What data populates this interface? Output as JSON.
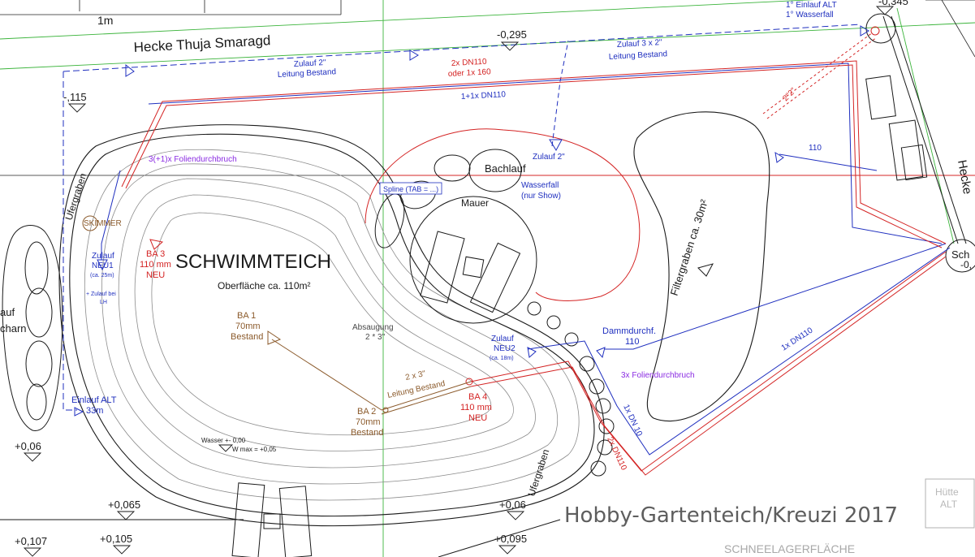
{
  "labels": {
    "scale": "1m",
    "hedge_top": "Hecke  Thuja Smaragd",
    "hedge_right": "Hecke",
    "lvl_top_mid": "-0,295",
    "lvl_top_right": "-0,345",
    "lvl_left": "-,115",
    "lvl_right": "-0,",
    "inflow_old_top": "1° Einlauf ALT",
    "waterfall_top": "1° Wasserfall",
    "inflow2_line1": "Zulauf 2\"",
    "inflow2_line2": "Leitung Bestand",
    "inflow3x2_line1": "Zulauf 3 x 2\"",
    "inflow3x2_line2": "Leitung Bestand",
    "dn110_line1": "2x DN110",
    "dn110_line2": "oder 1x 160",
    "dn110_single": "1+1x DN110",
    "dim_2x2": "2\"2\"",
    "foil_3": "3(+1)x Foliendurchbruch",
    "brook": "Bachlauf",
    "inflow2_brook": "Zulauf 2\"",
    "waterfall": "Wasserfall",
    "waterfall_show": "(nur Show)",
    "spline": "Spline (TAB = ...)",
    "wall": "Mauer",
    "pipe_110": "110",
    "filter_trench": "Filtergraben ca. 30m²",
    "bank_trench_left": "Ufergraben",
    "bank_trench_bottom": "Ufergraben",
    "skimmer": "SKIMMER",
    "inflow_new1": "Zulauf",
    "inflow_new1_b": "NEU1",
    "inflow_new1_c": "(ca. 25m)",
    "inflow_note": "+ Zulauf bei",
    "inflow_note_b": "LH",
    "ba3_a": "BA 3",
    "ba3_b": "110 mm",
    "ba3_c": "NEU",
    "pond_title": "SCHWIMMTEICH",
    "pond_surface": "Oberfläche ca. 110m²",
    "ba1_a": "BA 1",
    "ba1_b": "70mm",
    "ba1_c": "Bestand",
    "suction_a": "Absaugung",
    "suction_b": "2 * 3\"",
    "inflow_new2": "Zulauf",
    "inflow_new2_b": "NEU2",
    "inflow_new2_c": "(ca. 18m)",
    "dam_a": "Dammdurchf.",
    "dam_b": "110",
    "pipe_dn110_diag": "1x DN110",
    "foil_3x": "3x Foliendurchbruch",
    "pipe_3in_a": "2 x 3\"",
    "pipe_3in_b": "Leitung Bestand",
    "ba4_a": "BA 4",
    "ba4_b": "110 mm",
    "ba4_c": "NEU",
    "ba2_a": "BA 2",
    "ba2_b": "70mm",
    "ba2_c": "Bestand",
    "pipe_1x_dn10": "1x DN 10",
    "pipe_2x_dn110": "2x DN110",
    "inflow_old_left_a": "Einlauf ALT",
    "inflow_old_left_b": "33m",
    "water_level": "Wasser +- 0,00",
    "water_max": "W max = +0,05",
    "lvl_006_left": "+0,06",
    "lvl_0065": "+0,065",
    "lvl_006_mid": "+0,06",
    "lvl_0107": "+0,107",
    "lvl_0105": "+0,105",
    "lvl_0095": "+0,095",
    "left_cut_a": "auf",
    "left_cut_b": "charn",
    "right_cut": "Sch",
    "hut_a": "Hütte",
    "hut_b": "ALT",
    "snow_area": "SCHNEELAGERFLÄCHE",
    "watermark": "Hobby-Gartenteich/Kreuzi 2017"
  },
  "colors": {
    "outline": "#1a1a1a",
    "pipe_blue": "#1f2fbf",
    "pipe_red": "#d42424",
    "brown": "#8b5a2b",
    "purple": "#8a2be2",
    "green_line": "#3cb43c",
    "grey": "#9a9a9a"
  }
}
